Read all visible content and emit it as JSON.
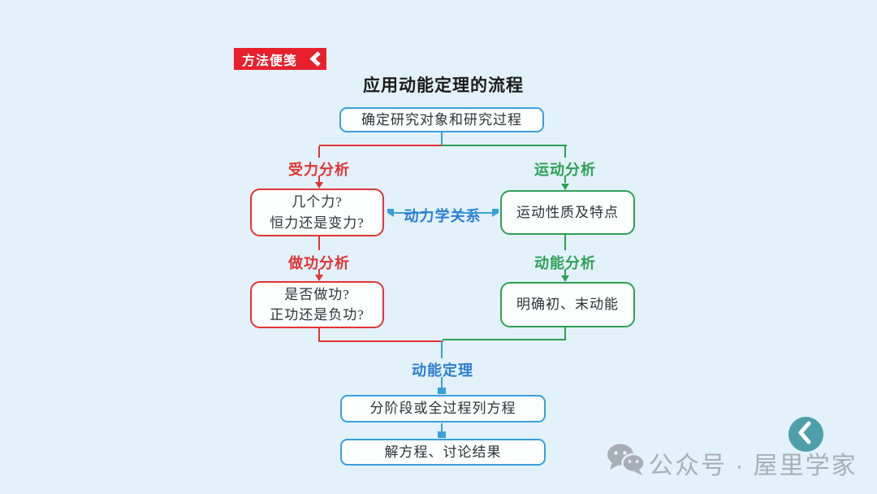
{
  "page": {
    "background_color": "#e2f1fa"
  },
  "badge": {
    "label": "方法便笺",
    "color": "#e8202e"
  },
  "title": "应用动能定理的流程",
  "flowchart": {
    "top_box": "确定研究对象和研究过程",
    "middle_label": "动力学关系",
    "merge_label": "动能定理",
    "bottom_box1": "分阶段或全过程列方程",
    "bottom_box2": "解方程、讨论结果",
    "left_branch": {
      "color": "#e23434",
      "label1": "受力分析",
      "box1_line1": "几个力?",
      "box1_line2": "恒力还是变力?",
      "label2": "做功分析",
      "box2_line1": "是否做功?",
      "box2_line2": "正功还是负功?"
    },
    "right_branch": {
      "color": "#2ea055",
      "label1": "运动分析",
      "box1": "运动性质及特点",
      "label2": "动能分析",
      "box2": "明确初、末动能"
    },
    "connector_blue": "#39a0dc",
    "label_blue": "#2c7ed2"
  },
  "watermark": {
    "icon": "wechat-icon",
    "text": "公众号 · 屋里学家",
    "color": "#a9aeb5"
  },
  "nav": {
    "icon": "back-chevron-icon",
    "circle_color": "#4f9fab"
  }
}
